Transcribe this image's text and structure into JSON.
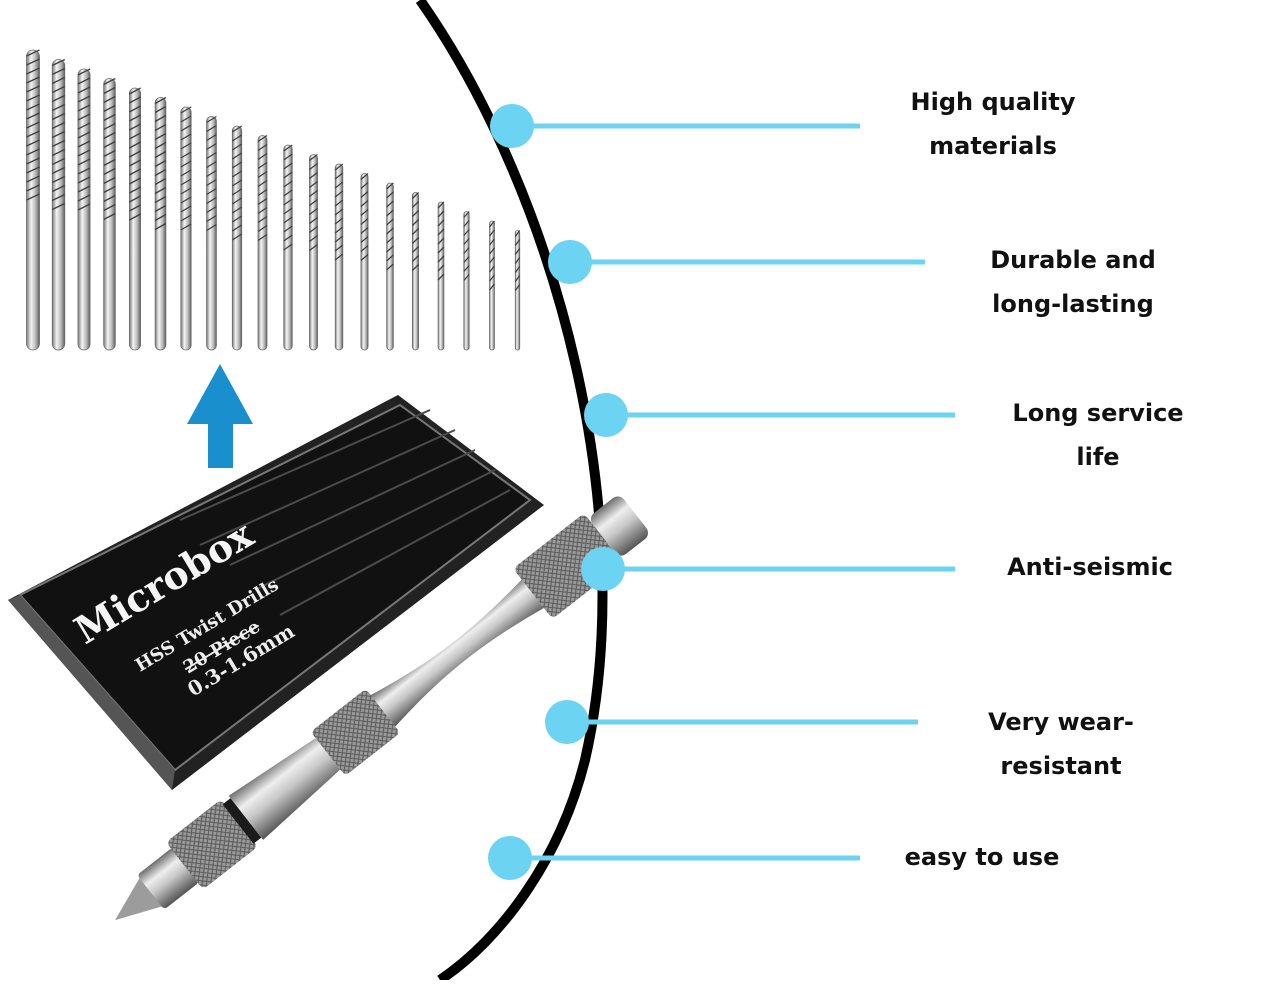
{
  "features": [
    {
      "text": "High quality\nmaterials"
    },
    {
      "text": "Durable and\nlong-lasting"
    },
    {
      "text": "Long service life"
    },
    {
      "text": "Anti-seismic"
    },
    {
      "text": "Very wear-resistant"
    },
    {
      "text": "easy to use"
    }
  ],
  "product_box": {
    "brand": "Microbox",
    "line1": "HSS Twist Drills",
    "line2": "20 Piece",
    "line3": "0.3-1.6mm"
  },
  "colors": {
    "accent": "#6dd3f2",
    "arrow": "#1a8fce",
    "curve": "#000000",
    "text": "#111111"
  },
  "icons": {
    "arrow": "arrow-up-icon",
    "bullet": "dot-icon"
  }
}
